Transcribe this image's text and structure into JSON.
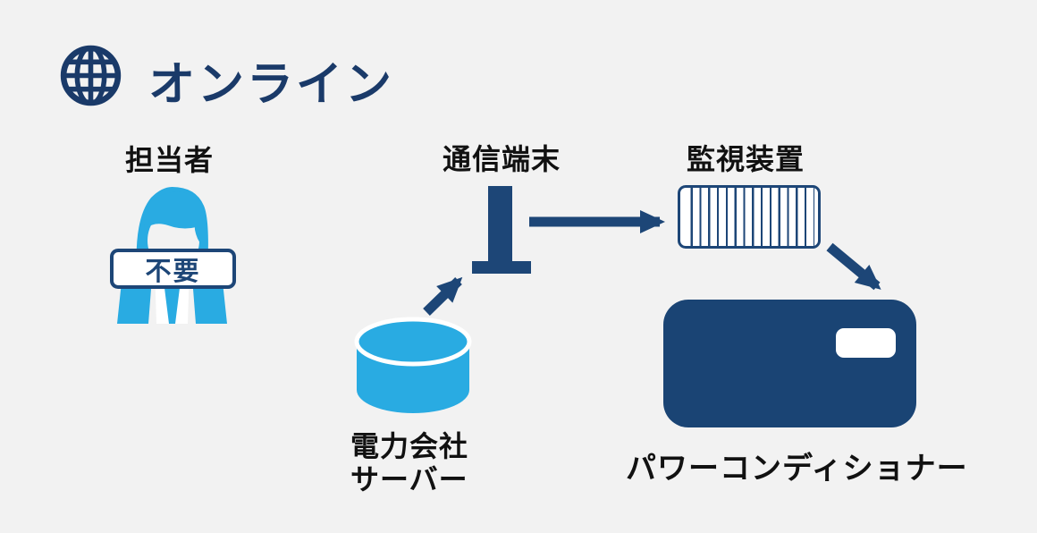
{
  "header": {
    "title": "オンライン",
    "icon": "globe-icon"
  },
  "colors": {
    "navy": "#1d4677",
    "navy_fill": "#1a4474",
    "title_navy": "#1a3a69",
    "light_blue": "#29abe2",
    "background": "#f2f2f2",
    "label_text": "#111111",
    "badge_background": "#ffffff"
  },
  "nodes": {
    "person": {
      "label": "担当者",
      "badge": "不要",
      "icon": "person-icon"
    },
    "terminal": {
      "label": "通信端末",
      "icon": "terminal-icon"
    },
    "monitor": {
      "label": "監視装置",
      "icon": "monitor-icon"
    },
    "server": {
      "label_line1": "電力会社",
      "label_line2": "サーバー",
      "icon": "database-icon"
    },
    "power_conditioner": {
      "label": "パワーコンディショナー",
      "icon": "power-conditioner-icon"
    }
  },
  "connections": [
    {
      "from": "server",
      "to": "terminal",
      "style": "arrow"
    },
    {
      "from": "terminal",
      "to": "monitor",
      "style": "arrow"
    },
    {
      "from": "monitor",
      "to": "power_conditioner",
      "style": "arrow"
    }
  ]
}
